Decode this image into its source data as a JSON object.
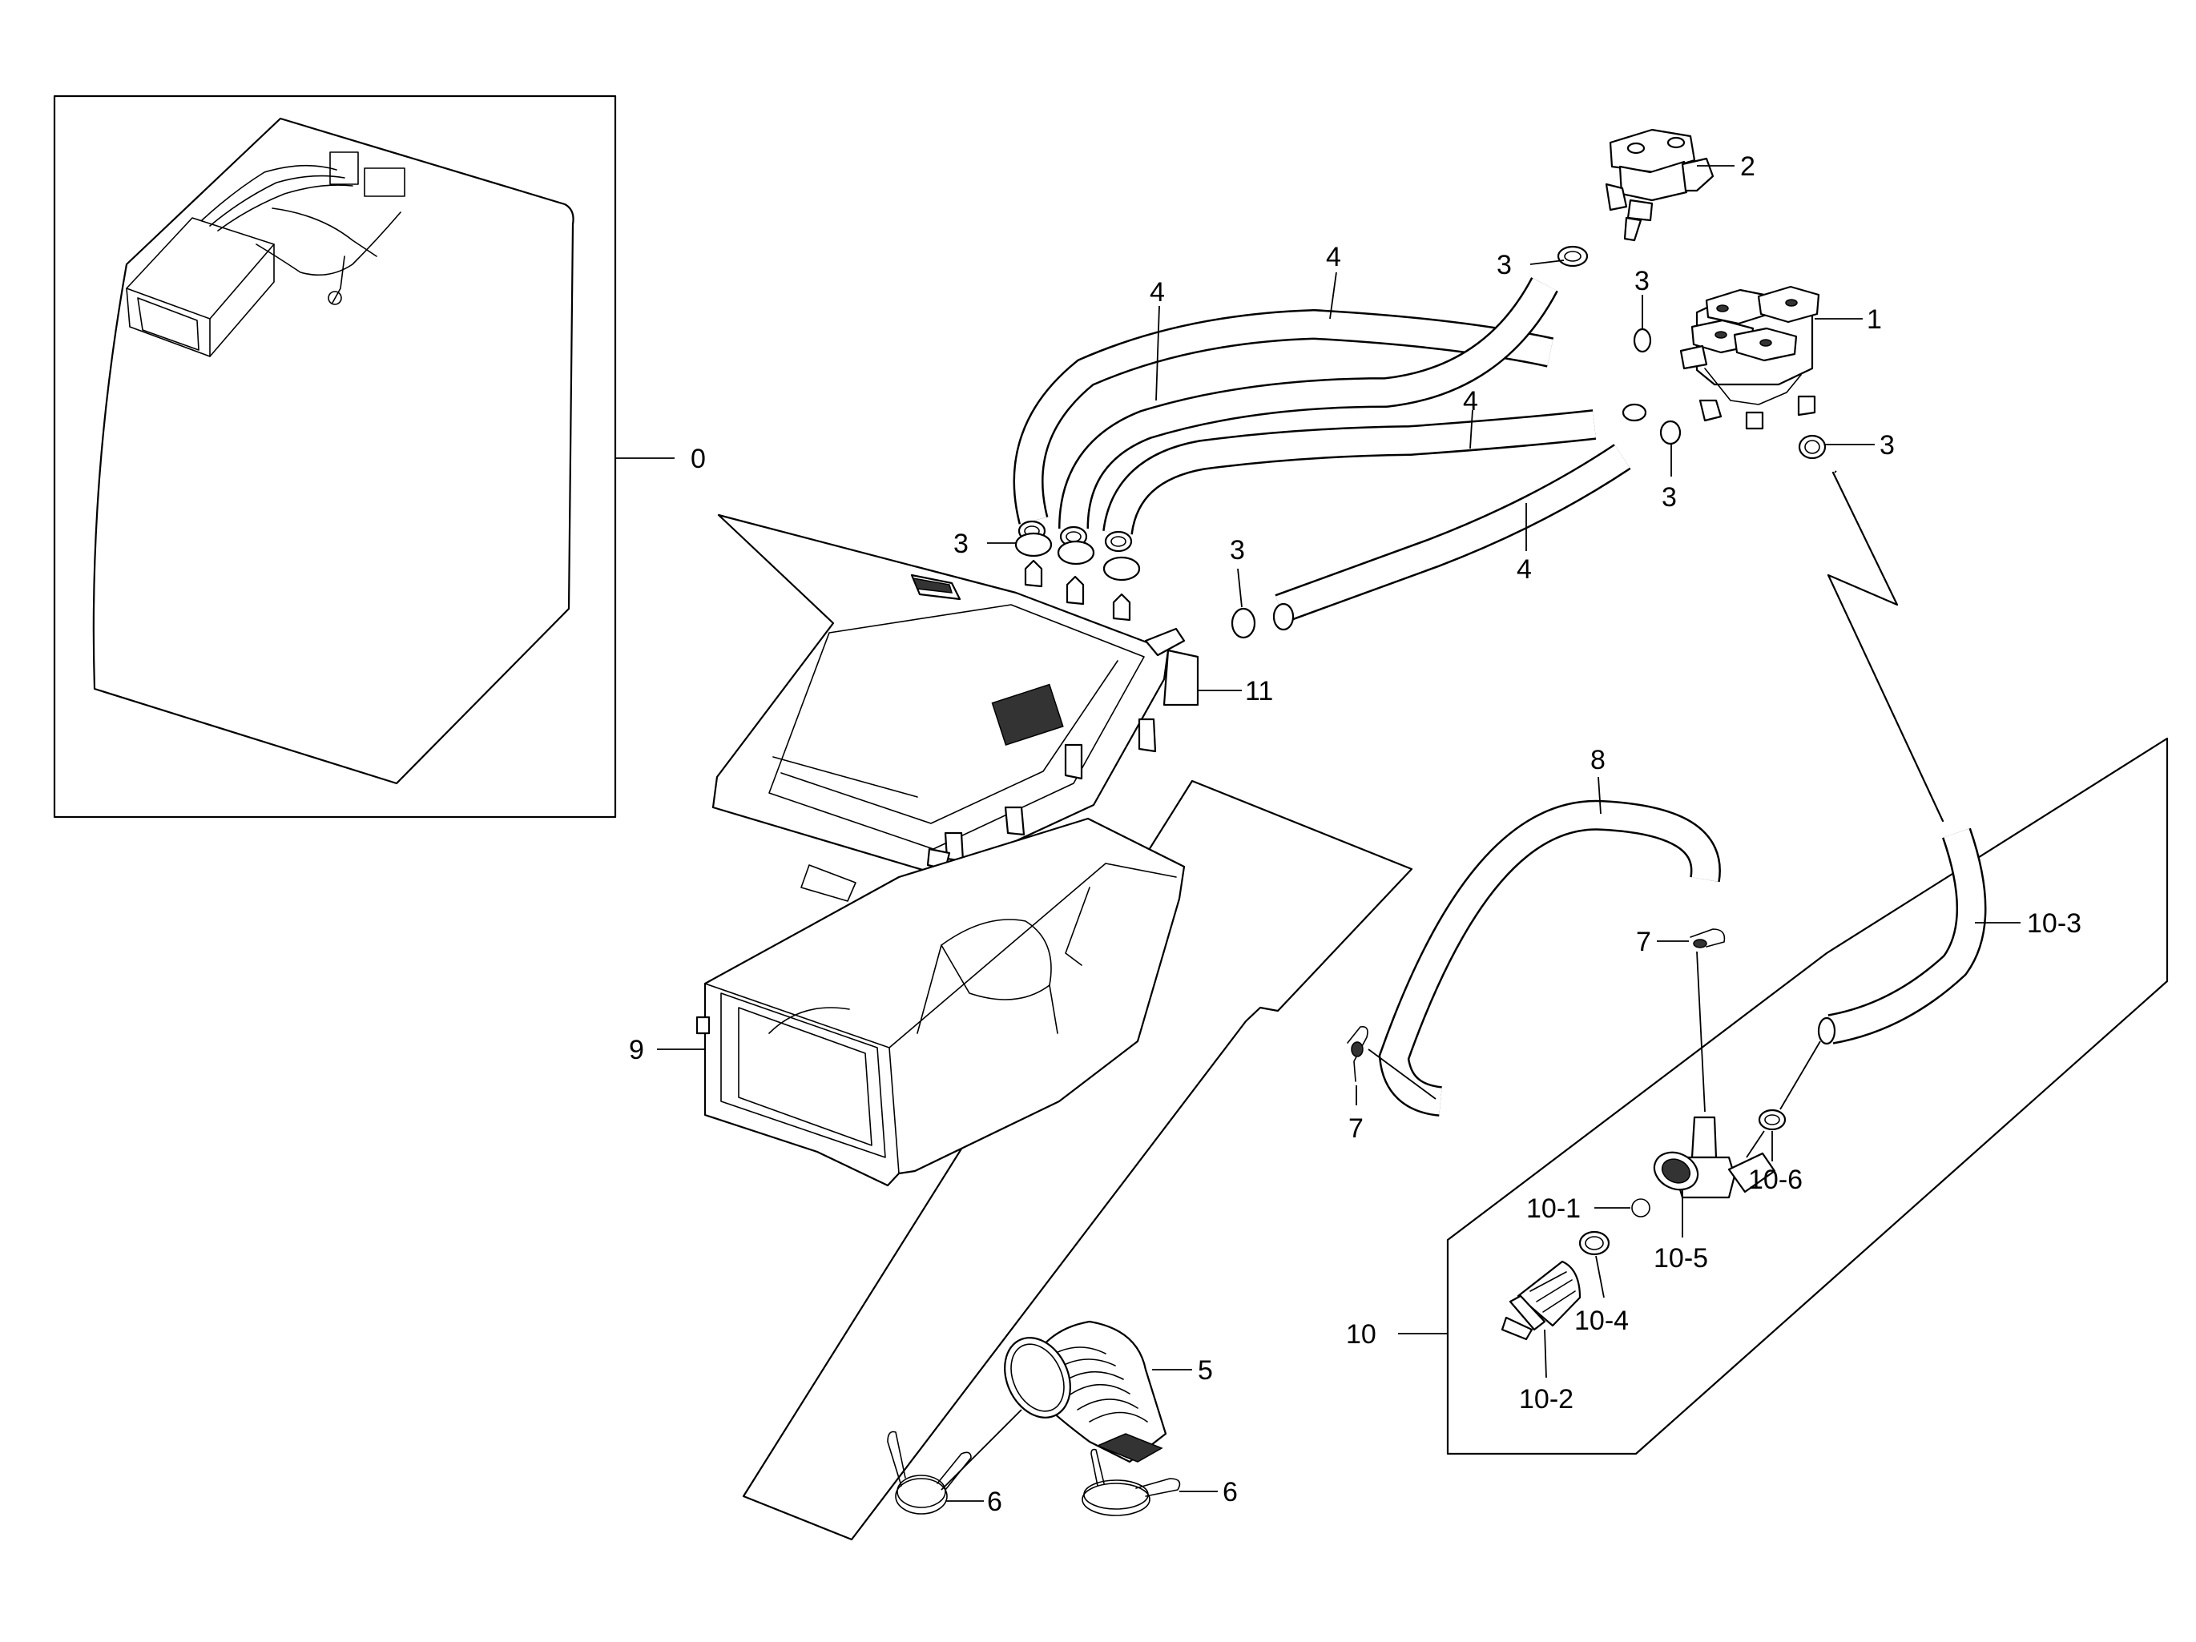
{
  "labels": {
    "l0": "0",
    "l1": "1",
    "l2": "2",
    "l3a": "3",
    "l3b": "3",
    "l3c": "3",
    "l3d": "3",
    "l3e": "3",
    "l3f": "3",
    "l4a": "4",
    "l4b": "4",
    "l4c": "4",
    "l4d": "4",
    "l5": "5",
    "l6a": "6",
    "l6b": "6",
    "l7a": "7",
    "l7b": "7",
    "l8": "8",
    "l9": "9",
    "l10": "10",
    "l10_1": "10-1",
    "l10_2": "10-2",
    "l10_3": "10-3",
    "l10_4": "10-4",
    "l10_5": "10-5",
    "l10_6": "10-6",
    "l11": "11"
  }
}
